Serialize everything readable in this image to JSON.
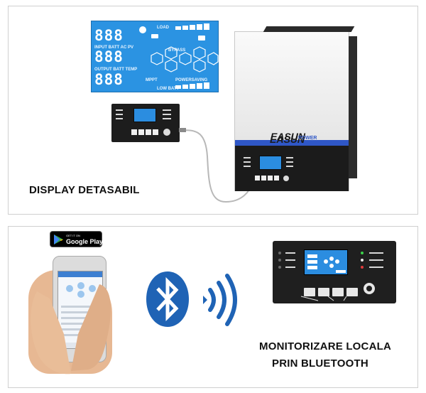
{
  "top_panel": {
    "caption": "DISPLAY DETASABIL",
    "lcd": {
      "digits_row1": "888",
      "digits_row2": "888",
      "digits_row3": "888",
      "label_load": "LOAD",
      "label_input": "INPUT BATT AC PV",
      "label_output": "OUTPUT BATT TEMP",
      "label_bypass": "BYPASS",
      "label_lowbatt": "LOW BATT",
      "label_mppt": "MPPT",
      "label_powersaving": "POWERSAVING"
    },
    "inverter": {
      "brand": "EASUN",
      "brand_sub": "POWER"
    }
  },
  "bottom_panel": {
    "google_play": {
      "small_text": "GET IT ON",
      "big_text": "Google Play"
    },
    "caption_line1": "MONITORIZARE LOCALA",
    "caption_line2": "PRIN BLUETOOTH"
  },
  "colors": {
    "lcd_blue": "#2b93e2",
    "bluetooth_blue": "#1f63b5",
    "inverter_band": "#2f57c7"
  }
}
